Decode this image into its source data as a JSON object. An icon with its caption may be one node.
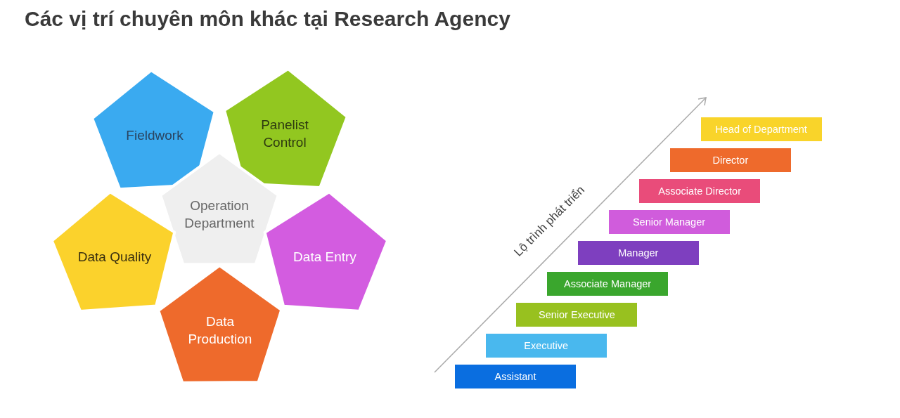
{
  "diagram": {
    "title": "Các vị trí chuyên môn khác tại Research Agency",
    "nodes": [
      {
        "text": [
          "Fieldwork"
        ]
      },
      {
        "text": [
          "Panelist Control"
        ]
      },
      {
        "text": [
          "Operation Department"
        ]
      },
      {
        "text": [
          "Data Quality"
        ]
      },
      {
        "text": [
          "Data Entry"
        ]
      },
      {
        "text": [
          "Data Production"
        ]
      },
      {
        "text": [
          "Head of Department"
        ]
      },
      {
        "text": [
          "Director"
        ]
      },
      {
        "text": [
          "Associate Director"
        ]
      },
      {
        "text": [
          "Senior Manager"
        ]
      },
      {
        "text": [
          "Manager"
        ]
      },
      {
        "text": [
          "Associate Manager"
        ]
      },
      {
        "text": [
          "Senior Executive"
        ]
      },
      {
        "text": [
          "Executive"
        ]
      },
      {
        "text": [
          "Assistant"
        ]
      }
    ],
    "edges": [],
    "labels": [
      "Lộ trình phát triển"
    ]
  }
}
